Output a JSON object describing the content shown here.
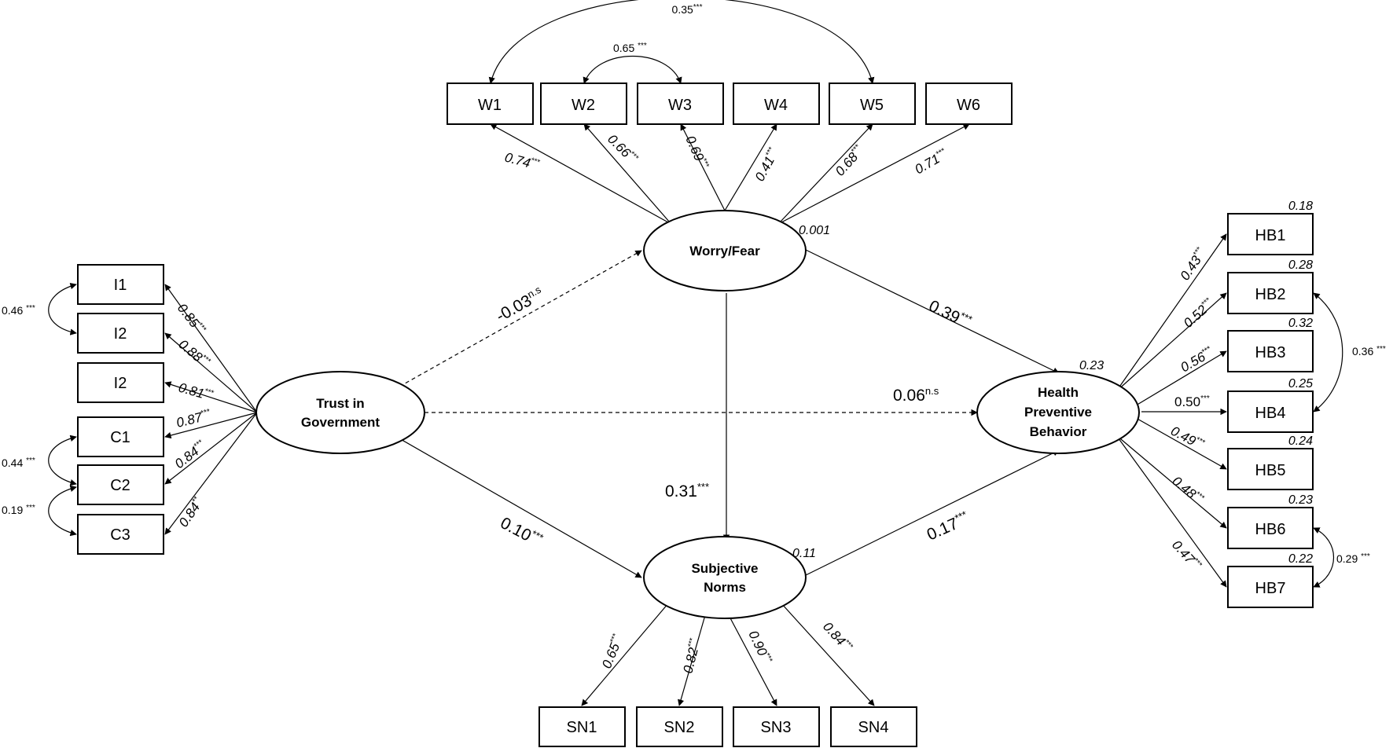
{
  "latents": {
    "trust": [
      "Trust in",
      "Government"
    ],
    "worry": [
      "Worry/Fear"
    ],
    "norms": [
      "Subjective",
      "Norms"
    ],
    "hpb": [
      "Health",
      "Preventive",
      "Behavior"
    ]
  },
  "indicators": {
    "W": [
      "W1",
      "W2",
      "W3",
      "W4",
      "W5",
      "W6"
    ],
    "T": [
      "I1",
      "I2",
      "I2",
      "C1",
      "C2",
      "C3"
    ],
    "HB": [
      "HB1",
      "HB2",
      "HB3",
      "HB4",
      "HB5",
      "HB6",
      "HB7"
    ],
    "SN": [
      "SN1",
      "SN2",
      "SN3",
      "SN4"
    ]
  },
  "loadings": {
    "W": [
      "0.74",
      "0.66",
      "0.69",
      "0.41",
      "0.68",
      "0.71"
    ],
    "T": [
      "0.85",
      "0.88",
      "0.81",
      "0.87",
      "0.84",
      "0.84"
    ],
    "HB": [
      "0.43",
      "0.52",
      "0.56",
      "0.50",
      "0.49",
      "0.48",
      "0.47"
    ],
    "SN": [
      "0.65",
      "0.82",
      "0.90",
      "0.84"
    ]
  },
  "r_squared": {
    "HB": [
      "0.18",
      "0.28",
      "0.32",
      "0.25",
      "0.24",
      "0.23",
      "0.22"
    ],
    "worry": "0.001",
    "hpb": "0.23",
    "norms": "0.11"
  },
  "correlations": {
    "w1_w5": "0.35",
    "w2_w3": "0.65",
    "i1_i2": "0.46",
    "c1_c2": "0.44",
    "c2_c3": "0.19",
    "hb2_hb4": "0.36",
    "hb6_hb7": "0.29"
  },
  "paths": {
    "trust_worry": "-0.03",
    "trust_hpb": "0.06",
    "worry_hpb": "0.39",
    "worry_norms": "0.31",
    "trust_norms": "0.10",
    "norms_hpb": "0.17"
  },
  "sig": {
    "strong": "***",
    "ns": "n.s",
    "partial": "**"
  }
}
